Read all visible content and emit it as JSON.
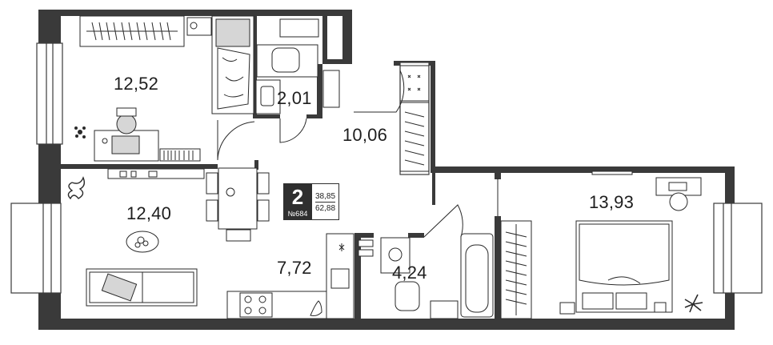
{
  "rooms": {
    "bedroom_top": "12,52",
    "wc": "2,01",
    "hall": "10,06",
    "living": "12,40",
    "kitchen": "7,72",
    "bath": "4,24",
    "bedroom_right": "13,93"
  },
  "badge": {
    "room_count": "2",
    "apartment_number": "№684",
    "living_area": "38,85",
    "total_area": "62,88"
  },
  "colors": {
    "wall": "#3a3a3a",
    "furniture_stroke": "#2a2a2a",
    "furniture_fill": "#d6d6d6",
    "background": "#ffffff"
  }
}
